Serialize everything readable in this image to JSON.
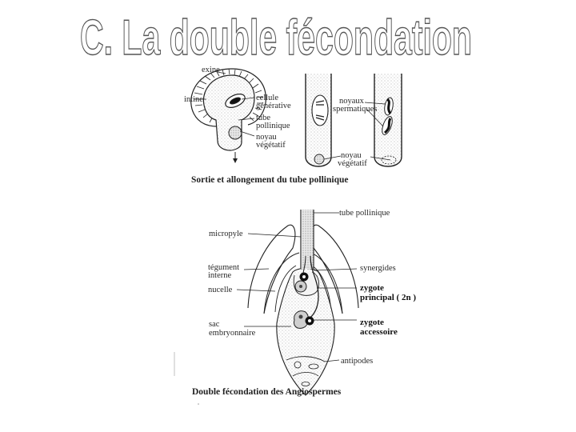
{
  "title": "C. La double fécondation",
  "top_figure": {
    "caption": "Sortie et allongement du tube pollinique",
    "grain_labels": {
      "exine": "exine",
      "intine": "intine",
      "cellule_generative_1": "cellule",
      "cellule_generative_2": "générative",
      "tube_pollinique_1": "tube",
      "tube_pollinique_2": "pollinique",
      "noyau_vegetatif_1": "noyau",
      "noyau_vegetatif_2": "végétatif"
    },
    "tube_labels": {
      "noyaux_spermatiques_1": "noyaux",
      "noyaux_spermatiques_2": "spermatiques",
      "noyau_vegetatif_1": "noyau",
      "noyau_vegetatif_2": "végétatif"
    }
  },
  "bottom_figure": {
    "caption": "Double fécondation des  Angiospermes",
    "labels": {
      "tube_pollinique": "tube pollinique",
      "micropyle": "micropyle",
      "tegument_interne_1": "tégument",
      "tegument_interne_2": "interne",
      "nucelle": "nucelle",
      "sac_embryonnaire_1": "sac",
      "sac_embryonnaire_2": "embryonnaire",
      "synergides": "synergides",
      "zygote_principal_1": "zygote",
      "zygote_principal_2": "principal ( 2n )",
      "zygote_accessoire_1": "zygote",
      "zygote_accessoire_2": "accessoire",
      "antipodes": "antipodes"
    }
  },
  "colors": {
    "title_outline": "#555555",
    "ink": "#222222",
    "stipple": "#bdbdbd"
  }
}
